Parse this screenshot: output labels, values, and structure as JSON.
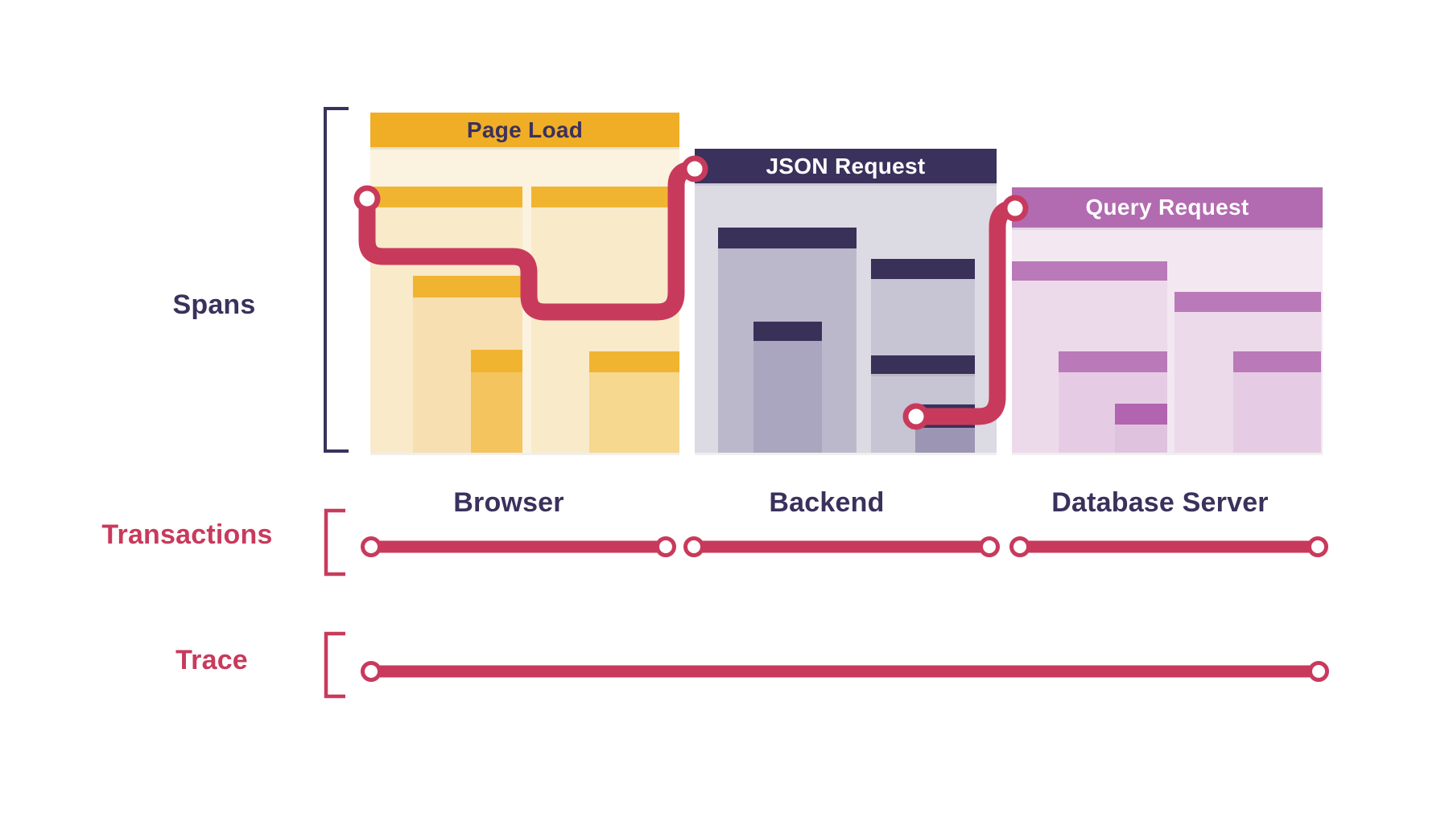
{
  "sections": {
    "spans_label": "Spans",
    "transactions_label": "Transactions",
    "trace_label": "Trace"
  },
  "columns": [
    {
      "transaction": "Page Load",
      "server": "Browser"
    },
    {
      "transaction": "JSON Request",
      "server": "Backend"
    },
    {
      "transaction": "Query Request",
      "server": "Database Server"
    }
  ],
  "colors": {
    "crimson": "#C83A5C",
    "navy": "#3A315C",
    "navy_bar": "#3A3159",
    "gold_header": "#F0AE27",
    "gold_bar": "#F1B431",
    "cream_card": "#FBF3DF",
    "cream_child": "#F9EACA",
    "cream_grand": "#F7DFB2",
    "cream_great": "#F4C45F",
    "cream_rgrand": "#F6D88F",
    "gray_card": "#DCDAE3",
    "gray_child": "#BCB8CC",
    "gray_grand": "#ABA6C0",
    "gray_child2": "#C7C4D4",
    "gray_great": "#9C96B4",
    "mauve_header": "#B26BB0",
    "orchid_bar": "#BA79B9",
    "orchid_deep": "#B264B0",
    "lav_card": "#F3E7F2",
    "lav_child": "#ECDAEB",
    "lav_grand": "#E5CCE4",
    "lav_great": "#DFC3DE"
  }
}
